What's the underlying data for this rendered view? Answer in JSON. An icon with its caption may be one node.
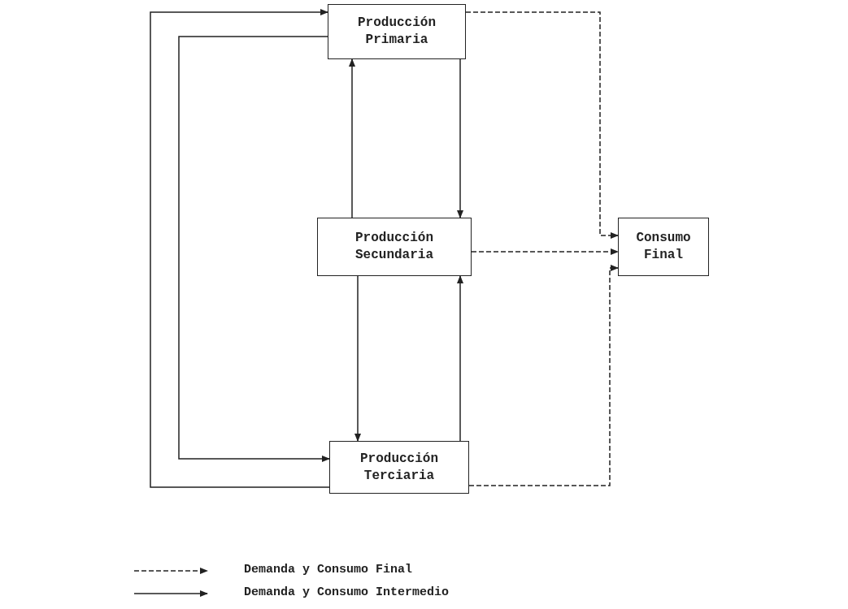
{
  "diagram": {
    "nodes": [
      {
        "text": [
          "Producción Primaria"
        ]
      },
      {
        "text": [
          "Producción Secundaria"
        ]
      },
      {
        "text": [
          "Producción Terciaria"
        ]
      },
      {
        "text": [
          "Consumo Final"
        ]
      }
    ],
    "edges": [
      {
        "from": 0,
        "to": 1,
        "arrow": "to"
      },
      {
        "from": 1,
        "to": 0,
        "arrow": "to"
      },
      {
        "from": 1,
        "to": 2,
        "arrow": "to"
      },
      {
        "from": 2,
        "to": 1,
        "arrow": "to"
      },
      {
        "from": 2,
        "to": 0,
        "arrow": "to"
      },
      {
        "from": 0,
        "to": 2,
        "arrow": "to"
      },
      {
        "from": 0,
        "to": 3,
        "arrow": "to",
        "style": "dashed"
      },
      {
        "from": 1,
        "to": 3,
        "arrow": "to",
        "style": "dashed"
      },
      {
        "from": 2,
        "to": 3,
        "arrow": "to",
        "style": "dashed"
      }
    ],
    "legend": [
      {
        "text": "Demanda y Consumo Final"
      },
      {
        "text": "Demanda y Consumo Intermedio"
      }
    ]
  }
}
